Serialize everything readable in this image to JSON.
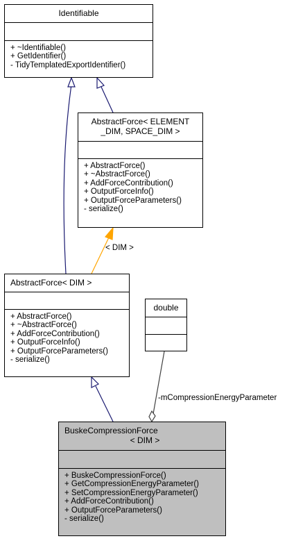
{
  "classes": {
    "identifiable": {
      "name": "Identifiable",
      "members": [
        "+ ~Identifiable()",
        "+ GetIdentifier()",
        "- TidyTemplatedExportIdentifier()"
      ]
    },
    "abstract_force_elem": {
      "name_line1": "AbstractForce< ELEMENT",
      "name_line2": "_DIM, SPACE_DIM >",
      "members": [
        "+ AbstractForce()",
        "+ ~AbstractForce()",
        "+ AddForceContribution()",
        "+ OutputForceInfo()",
        "+ OutputForceParameters()",
        "- serialize()"
      ]
    },
    "abstract_force_dim": {
      "name": "AbstractForce< DIM >",
      "members": [
        "+ AbstractForce()",
        "+ ~AbstractForce()",
        "+ AddForceContribution()",
        "+ OutputForceInfo()",
        "+ OutputForceParameters()",
        "- serialize()"
      ]
    },
    "double": {
      "name": "double"
    },
    "buske": {
      "name_line1": "BuskeCompressionForce",
      "name_line2": "< DIM >",
      "members": [
        "+ BuskeCompressionForce()",
        "+ GetCompressionEnergyParameter()",
        "+ SetCompressionEnergyParameter()",
        "+ AddForceContribution()",
        "+ OutputForceParameters()",
        "- serialize()"
      ]
    }
  },
  "edge_labels": {
    "template_binding": "< DIM >",
    "member_relation": "-mCompressionEnergyParameter"
  },
  "colors": {
    "inheritance": "#191970",
    "template": "#ffa500",
    "usage": "#404040",
    "highlight_fill": "#bfbfbf"
  }
}
